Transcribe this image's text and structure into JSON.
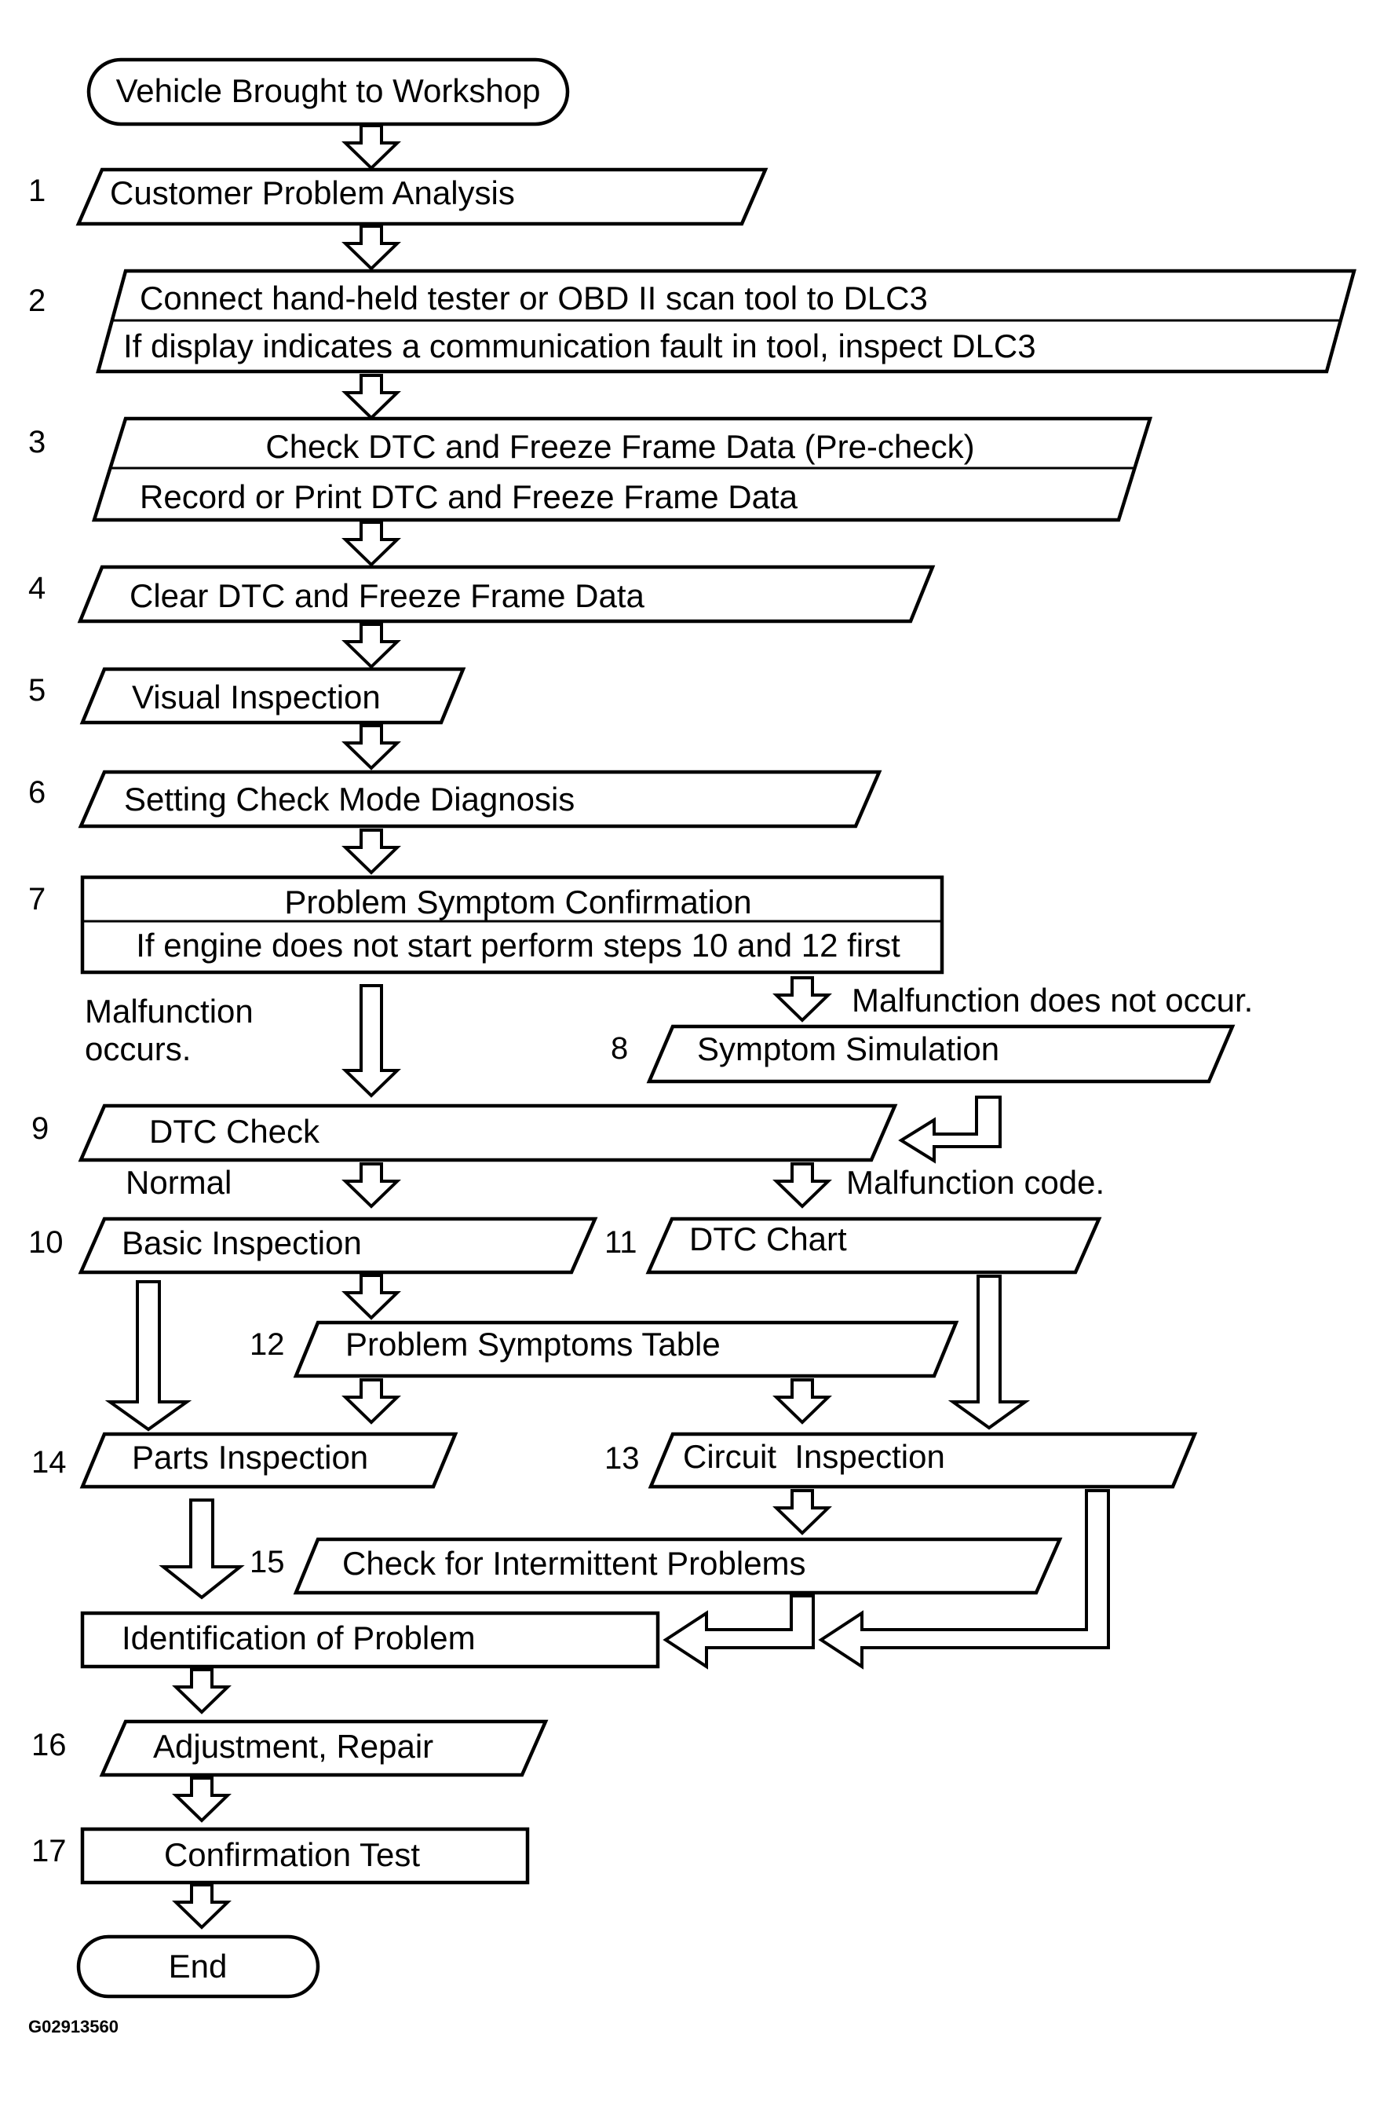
{
  "start": "Vehicle Brought to Workshop",
  "steps": {
    "s1": {
      "num": "1",
      "text": "Customer Problem Analysis"
    },
    "s2": {
      "num": "2",
      "line1": "Connect hand-held tester or OBD II scan tool to DLC3",
      "line2": "If display indicates a communication fault in tool, inspect DLC3"
    },
    "s3": {
      "num": "3",
      "line1": "Check DTC and Freeze Frame Data (Pre-check)",
      "line2": "Record or Print DTC and Freeze Frame Data"
    },
    "s4": {
      "num": "4",
      "text": "Clear DTC and Freeze Frame Data"
    },
    "s5": {
      "num": "5",
      "text": "Visual Inspection"
    },
    "s6": {
      "num": "6",
      "text": "Setting Check Mode Diagnosis"
    },
    "s7": {
      "num": "7",
      "line1": "Problem Symptom Confirmation",
      "line2": "If engine does not start perform steps 10 and 12 first"
    },
    "s8": {
      "num": "8",
      "text": "Symptom Simulation"
    },
    "s9": {
      "num": "9",
      "text": "DTC Check"
    },
    "s10": {
      "num": "10",
      "text": "Basic Inspection"
    },
    "s11": {
      "num": "11",
      "text": "DTC Chart"
    },
    "s12": {
      "num": "12",
      "text": "Problem Symptoms Table"
    },
    "s13": {
      "num": "13",
      "text": "Circuit  Inspection"
    },
    "s14": {
      "num": "14",
      "text": "Parts Inspection"
    },
    "s15": {
      "num": "15",
      "text": "Check for Intermittent Problems"
    },
    "s16": {
      "num": "16",
      "text": "Adjustment, Repair"
    },
    "s17": {
      "num": "17",
      "text": "Confirmation Test"
    }
  },
  "identification": "Identification of Problem",
  "end": "End",
  "notes": {
    "malfunction_occurs_1": "Malfunction",
    "malfunction_occurs_2": "occurs.",
    "malfunction_not_occur": "Malfunction does not occur.",
    "normal": "Normal",
    "malfunction_code": "Malfunction code."
  },
  "figure_code": "G02913560"
}
